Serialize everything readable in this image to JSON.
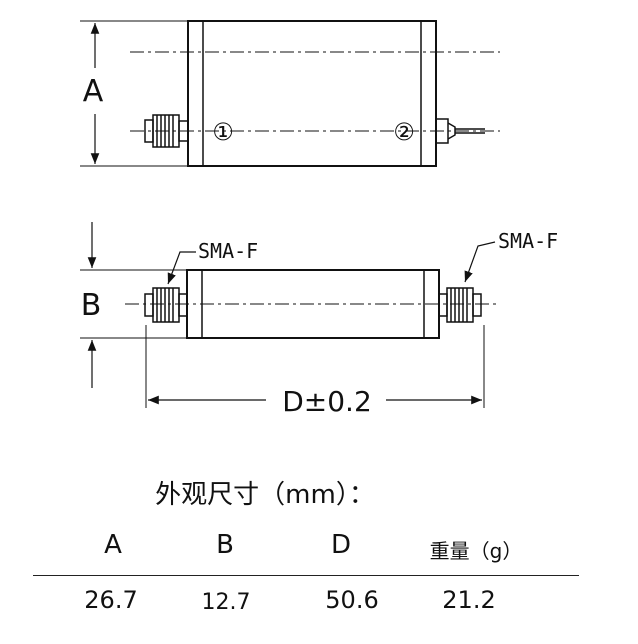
{
  "drawing": {
    "dim_a_label": "A",
    "dim_b_label": "B",
    "dim_d_label": "D±0.2",
    "port_1_label": "①",
    "port_2_label": "②",
    "connector_left_label": "SMA-F",
    "connector_right_label": "SMA-F"
  },
  "dimensions": {
    "heading": "外观尺寸（mm）：",
    "columns": [
      "A",
      "B",
      "D",
      "重量（g）"
    ],
    "values": [
      "26.7",
      "12.7",
      "50.6",
      "21.2"
    ]
  }
}
